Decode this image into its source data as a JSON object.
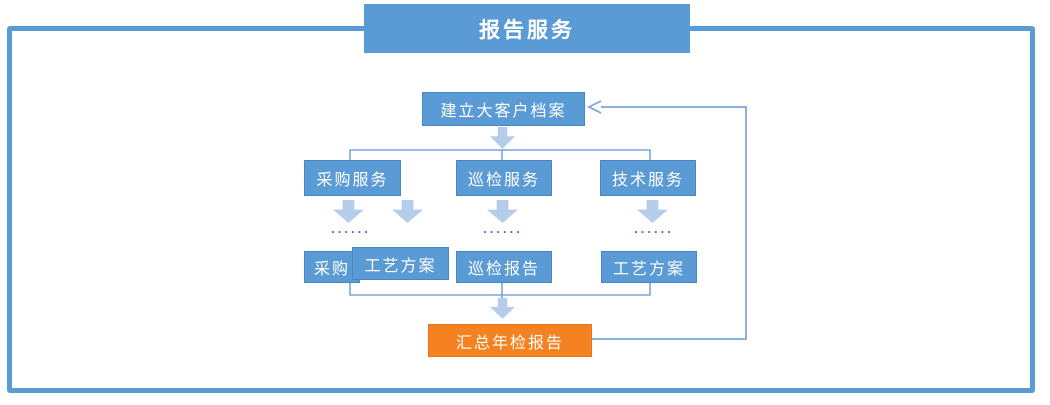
{
  "title": "报告服务",
  "flowchart": {
    "root": "建立大客户档案",
    "branches": [
      {
        "service": "采购服务",
        "outputs": [
          "采购",
          "工艺方案"
        ]
      },
      {
        "service": "巡检服务",
        "outputs": [
          "巡检报告"
        ]
      },
      {
        "service": "技术服务",
        "outputs": [
          "工艺方案"
        ]
      }
    ],
    "ellipsis": "......",
    "summary": "汇总年检报告"
  },
  "colors": {
    "primary_blue": "#5B9BD5",
    "box_border_blue": "#4787C7",
    "block_arrow_fill": "#B5CDEA",
    "connector_line": "#7AA7DA",
    "dots_blue": "#4472C4",
    "summary_orange": "#F58220",
    "text_white": "#FFFFFF"
  }
}
